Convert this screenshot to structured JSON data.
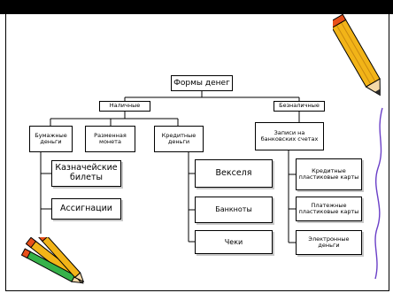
{
  "diagram": {
    "root": "Формы денег",
    "cash": {
      "label": "Наличные",
      "types": {
        "paper": "Бумажные деньги",
        "coin": "Разменная монета",
        "credit": "Кредитные деньги"
      },
      "paper_children": [
        "Казначейские билеты",
        "Ассигнации"
      ],
      "credit_children": [
        "Векселя",
        "Банкноты",
        "Чеки"
      ]
    },
    "noncash": {
      "label": "Безналичные",
      "records": "Записи на банковских счетах",
      "children": [
        "Кредитные пластиковые карты",
        "Платежные пластиковые карты",
        "Электронные деньги"
      ]
    }
  },
  "decor": {
    "pencil_top_colors": [
      "#f2b418",
      "#e8501a",
      "#2b2b2b"
    ],
    "pencil_bottom_colors": [
      "#f2b418",
      "#e8501a",
      "#36b24a",
      "#2b2b2b"
    ],
    "accent_squiggle": "#6a3fc7"
  }
}
